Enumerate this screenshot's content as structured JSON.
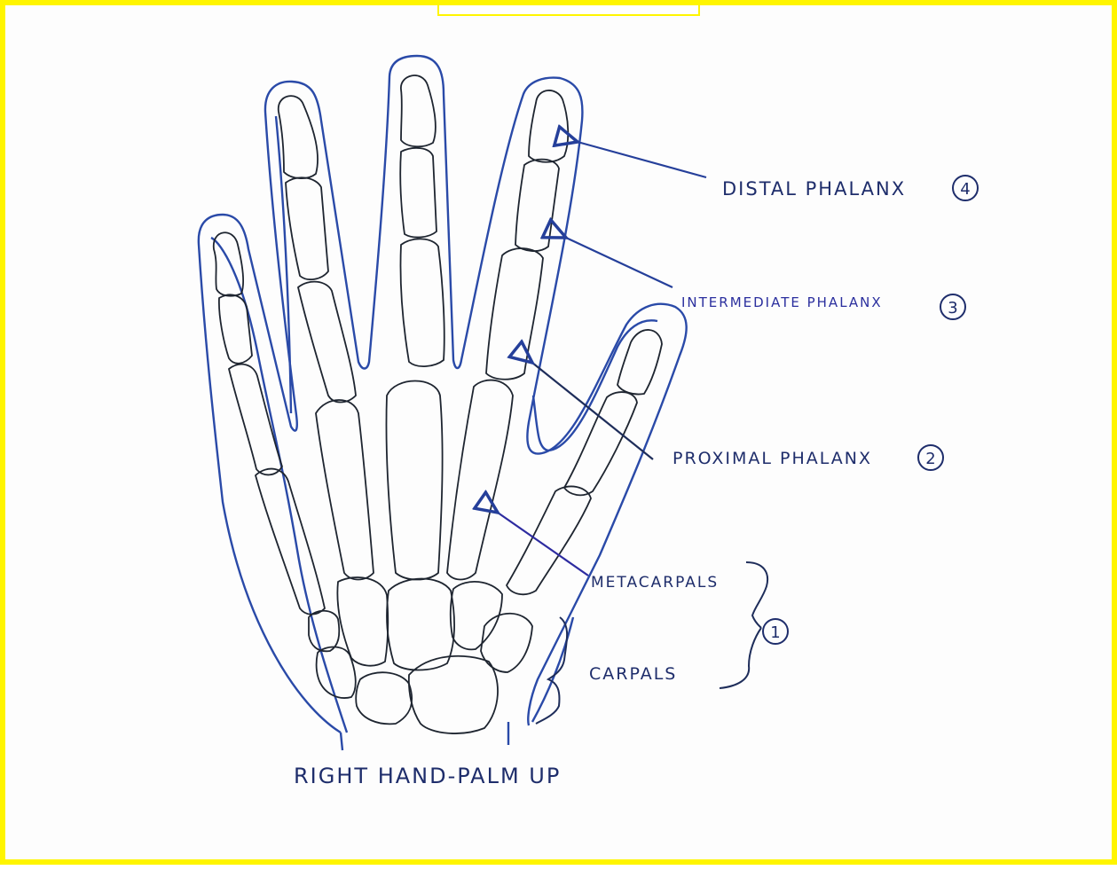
{
  "diagram": {
    "caption": "RIGHT HAND-PALM UP",
    "colors": {
      "frame": "#fff500",
      "outline": "#2a4aa8",
      "bone": "#1e2530",
      "label": "#1c3c8c",
      "arrow_blue": "#253f9a",
      "arrow_violet": "#2d2ba0",
      "arrow_dark": "#1e2d5a"
    },
    "labels": {
      "distal": {
        "text": "DISTAL PHALANX",
        "number": "4"
      },
      "intermediate": {
        "text": "INTERMEDIATE PHALANX",
        "number": "3"
      },
      "proximal": {
        "text": "PROXIMAL PHALANX",
        "number": "2"
      },
      "metacarpals": {
        "text": "METACARPALS"
      },
      "carpals": {
        "text": "CARPALS"
      },
      "group_number": "1"
    }
  }
}
